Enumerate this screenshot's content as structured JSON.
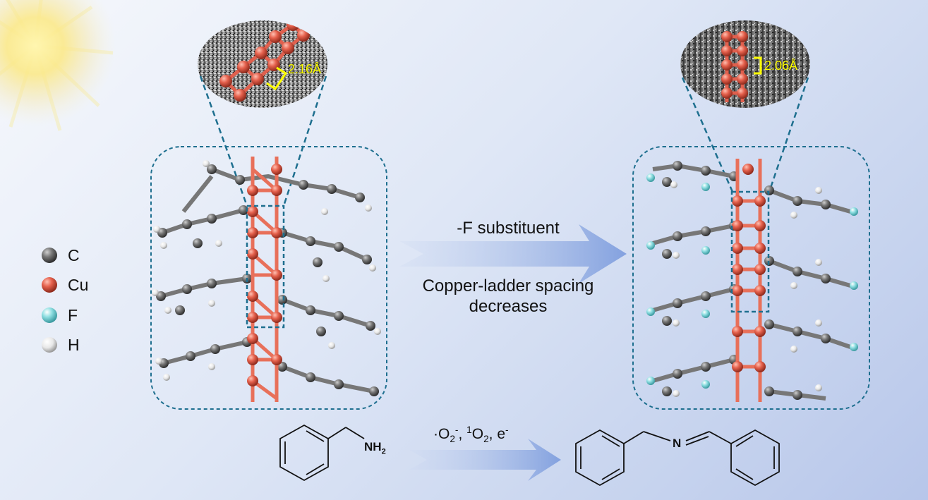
{
  "legend": [
    {
      "symbol": "C",
      "color": "#6b6b6b"
    },
    {
      "symbol": "Cu",
      "color": "#e0604e"
    },
    {
      "symbol": "F",
      "color": "#86d9dd"
    },
    {
      "symbol": "H",
      "color": "#f2f2f2"
    }
  ],
  "left_panel": {
    "spacing_label": "2.16Å"
  },
  "right_panel": {
    "spacing_label": "2.06Å"
  },
  "main_arrow": {
    "top_text": "-F substituent",
    "bottom_text": "Copper-ladder spacing decreases"
  },
  "reaction": {
    "reactant_label": "NH2",
    "product_label": "N",
    "conditions": "·O2-, 1O2, e-"
  },
  "colors": {
    "copper": "#e0604e",
    "carbon": "#6b6b6b",
    "fluorine": "#86d9dd",
    "hydrogen": "#f2f2f2",
    "dashed_frame": "#1e6f8f",
    "spacing_marker": "#ffff00"
  }
}
